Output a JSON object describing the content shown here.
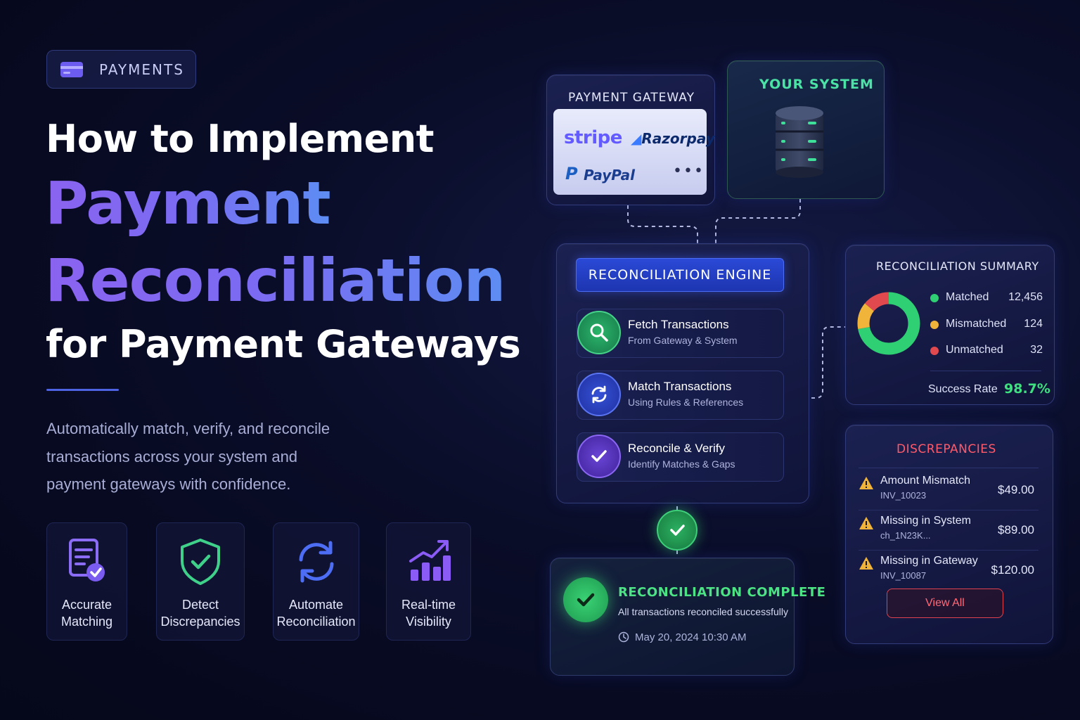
{
  "badge": {
    "label": "PAYMENTS",
    "icon": "credit-card-icon"
  },
  "heading": {
    "line1": "How to Implement",
    "line2": "Payment",
    "line3": "Reconciliation",
    "line4": "for Payment Gateways"
  },
  "subtitle": {
    "line1": "Automatically match, verify, and reconcile",
    "line2": "transactions across your system and",
    "line3": "payment gateways with confidence."
  },
  "features": [
    {
      "line1": "Accurate",
      "line2": "Matching",
      "icon": "document-check-icon"
    },
    {
      "line1": "Detect",
      "line2": "Discrepancies",
      "icon": "shield-check-icon"
    },
    {
      "line1": "Automate",
      "line2": "Reconciliation",
      "icon": "sync-icon"
    },
    {
      "line1": "Real-time",
      "line2": "Visibility",
      "icon": "bar-chart-up-icon"
    }
  ],
  "gateway": {
    "title": "PAYMENT GATEWAY",
    "logos": {
      "stripe": "stripe",
      "razorpay": "Razorpay",
      "paypal": "PayPal",
      "more": "•••"
    }
  },
  "your_system": {
    "title": "YOUR SYSTEM",
    "icon": "database-server-icon"
  },
  "engine": {
    "title": "RECONCILIATION ENGINE",
    "steps": [
      {
        "title": "Fetch Transactions",
        "sub": "From Gateway & System",
        "icon": "search-icon",
        "color": "#1f9a5a"
      },
      {
        "title": "Match Transactions",
        "sub": "Using Rules & References",
        "icon": "sync-icon",
        "color": "#2f45c9"
      },
      {
        "title": "Reconcile & Verify",
        "sub": "Identify Matches & Gaps",
        "icon": "check-icon",
        "color": "#5b3bc4"
      }
    ]
  },
  "complete": {
    "title": "RECONCILIATION COMPLETE",
    "sub": "All transactions reconciled successfully",
    "time": "May 20, 2024 10:30 AM"
  },
  "summary": {
    "title": "RECONCILIATION SUMMARY",
    "items": [
      {
        "name": "Matched",
        "value": "12,456",
        "color": "#2fcf74"
      },
      {
        "name": "Mismatched",
        "value": "124",
        "color": "#f0b43a"
      },
      {
        "name": "Unmatched",
        "value": "32",
        "color": "#e04a4f"
      }
    ],
    "donut_share": [
      0.72,
      0.14,
      0.14
    ],
    "rate_label": "Success Rate",
    "rate_value": "98.7%"
  },
  "discrepancies": {
    "title": "DISCREPANCIES",
    "items": [
      {
        "name": "Amount Mismatch",
        "id": "INV_10023",
        "amount": "$49.00"
      },
      {
        "name": "Missing in System",
        "id": "ch_1N23K...",
        "amount": "$89.00"
      },
      {
        "name": "Missing in Gateway",
        "id": "INV_10087",
        "amount": "$120.00"
      }
    ],
    "view_all": "View All",
    "accent": "#ff5a6a"
  }
}
